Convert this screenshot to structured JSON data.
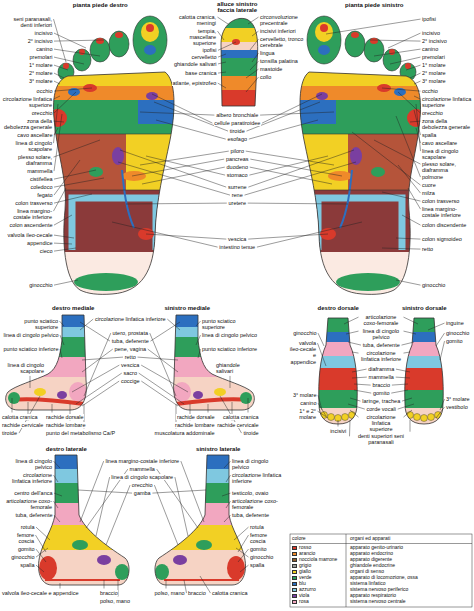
{
  "diagram": {
    "labels": [
      "pianta piede destro",
      "alluce sinistro",
      "faccia laterale",
      "pianta piede sinistro",
      "seni paranasali, denti inferiori",
      "incisivo",
      "2° incisivo",
      "canino",
      "premolari",
      "1° molare",
      "2° molare",
      "3° molare",
      "occhio",
      "circolazione linfatica superiore",
      "orecchio",
      "zona della debolezza generale",
      "cavo ascellare",
      "linea di cingolo scapolare",
      "plesso solare, diaframma",
      "mammella",
      "cistifellea",
      "coledoco",
      "fegato",
      "colon trasverso",
      "linea margino-costale inferiore",
      "colon ascendente",
      "valvola ileo-cecale",
      "appendice",
      "cieco",
      "ginocchio",
      "ipofisi",
      "incisivo",
      "2° incisivo",
      "canino",
      "premolari",
      "1° molare",
      "2° molare",
      "3° molare",
      "occhio",
      "circolazione linfatica superiore",
      "orecchio",
      "zona della debolezza generale",
      "spalla",
      "cavo ascellare",
      "linea di cingolo scapolare",
      "plesso solare, diaframma",
      "polmone",
      "cuore",
      "milza",
      "colon trasverso",
      "linea margino-costale inferiore",
      "colon discendente",
      "colon sigmoideo",
      "retto",
      "ginocchio",
      "calotta cranica, meningi",
      "tempia, mascellare superiore",
      "ipofisi",
      "cervelletto",
      "ghiandole salivari",
      "base cranica",
      "atlante, epistrofeo",
      "circonvoluzione precentrale",
      "incisivi inferiori",
      "cervelletto, tronco cerebrale",
      "lingua",
      "tonsilla palatina",
      "mastoide",
      "collo",
      "albero bronchiale",
      "cellule paratiroidee",
      "tiroide",
      "esofago",
      "piloro",
      "pancreas",
      "duodeno",
      "stomaco",
      "surrene",
      "rene",
      "uretere",
      "vescica",
      "intestino tenue",
      "destro mediale",
      "sinistro mediale",
      "destro dorsale",
      "sinistro dorsale",
      "punto sciatico superiore",
      "linea di cingolo pelvico",
      "punto sciatico inferiore",
      "linea di cingolo scapolare",
      "circolazione linfatica inferiore",
      "utero, prostata",
      "tuba, deferente",
      "pene, vagina",
      "retto",
      "vescica",
      "sacro",
      "coccige",
      "punto sciatico superiore",
      "linea di cingolo pelvico",
      "punto sciatico inferiore",
      "ghiandole salivari",
      "calotta cranica",
      "rachide cervicale",
      "tiroide",
      "rachide dorsale",
      "rachide lombare",
      "punto del metabolismo Ca/P",
      "calotta cranica",
      "rachide cervicale",
      "tiroide",
      "rachide dorsale",
      "rachide lombare",
      "muscolatura addominale",
      "articolazione coxo-femorale",
      "linea di cingolo pelvico",
      "tuba, deferente",
      "circolazione linfatica inferiore",
      "diaframma",
      "mammella",
      "braccio",
      "gomito",
      "laringe, trachea",
      "corde vocali",
      "circolazione linfatica superiore",
      "ginocchio",
      "valvola ileo-cecale e appendice",
      "3° molare",
      "canino",
      "1° e 2° molare",
      "incisivi",
      "inguine",
      "ginocchio",
      "gomito",
      "3° molare",
      "vestibolo",
      "denti superiori seni paranasali",
      "destro laterale",
      "sinistro laterale",
      "linea di cingolo pelvico",
      "circolazione linfatica inferiore",
      "centro dell'anca",
      "articolazione coxo-femorale",
      "tuba, deferente",
      "rotula",
      "femore coscia",
      "gomito",
      "ginocchio",
      "spalla",
      "valvola ileo-cecale e appendice",
      "braccio",
      "polso, mano",
      "linea di cingolo pelvico",
      "circolazione linfatica inferiore",
      "testicolo, ovaio",
      "articolazione coxo-femorale",
      "tuba, deferente",
      "rotula",
      "femore coscia",
      "gomito",
      "ginocchio",
      "spalla",
      "polso, mano",
      "braccio",
      "calotta cranica",
      "linea margino-costale inferiore",
      "mammella",
      "linea di cingolo scapolare",
      "orecchio",
      "gamba",
      "colore",
      "organi ed apparati",
      "rosso",
      "arancio",
      "nocciola marrone",
      "grigio",
      "giallo",
      "verde",
      "blu",
      "azzurro",
      "viola",
      "rosa"
    ],
    "legend": [
      {
        "text": "apparato genito-urinario",
        "color": "#d93a2b"
      },
      {
        "text": "apparato endocrino",
        "color": "#ef8a2a"
      },
      {
        "text": "apparato digerente",
        "color": "#8b5a2b"
      },
      {
        "text": "ghiandole endocrine",
        "color": "#9a9a9a"
      },
      {
        "text": "organi di senso",
        "color": "#f2d024"
      },
      {
        "text": "apparato di locomozione, ossa",
        "color": "#2e9e5b"
      },
      {
        "text": "sistema linfatico",
        "color": "#2c6fbf"
      },
      {
        "text": "sistema nervoso periferico",
        "color": "#7fc8e0"
      },
      {
        "text": "apparato respiratorio",
        "color": "#7a3fa0"
      },
      {
        "text": "sistema nervoso centrale",
        "color": "#f2a7c0"
      }
    ]
  }
}
